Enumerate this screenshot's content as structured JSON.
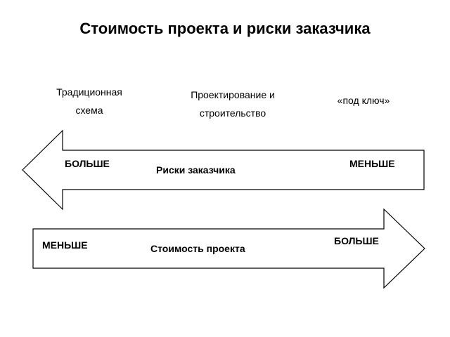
{
  "title": "Стоимость проекта и риски заказчика",
  "categories": [
    {
      "lines": [
        "Традиционная",
        "схема"
      ]
    },
    {
      "lines": [
        "Проектирование и",
        "строительство"
      ]
    },
    {
      "lines": [
        "«под ключ»"
      ]
    }
  ],
  "risk_arrow": {
    "direction": "left",
    "label": "Риски заказчика",
    "left_value": "БОЛЬШЕ",
    "right_value": "МЕНЬШЕ"
  },
  "cost_arrow": {
    "direction": "right",
    "label": "Стоимость проекта",
    "left_value": "МЕНЬШЕ",
    "right_value": "БОЛЬШЕ"
  },
  "colors": {
    "background": "#ffffff",
    "stroke": "#000000",
    "text": "#000000"
  }
}
